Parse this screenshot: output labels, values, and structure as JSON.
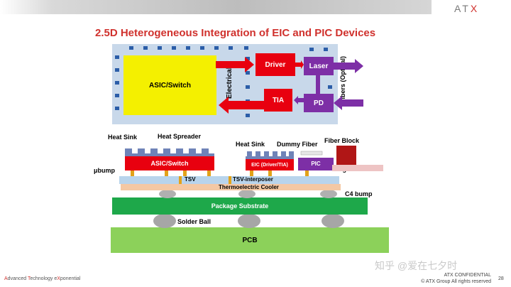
{
  "header": {
    "logo_main": "AT",
    "logo_x": "X",
    "title": "2.5D Heterogeneous Integration of EIC and PIC Devices"
  },
  "top_diagram": {
    "asic": "ASIC/Switch",
    "driver": "Driver",
    "laser": "Laser",
    "tia": "TIA",
    "pd": "PD",
    "electrical": "Electrical",
    "fibers": "Fibers (Optical)"
  },
  "bottom_diagram": {
    "heat_sink_left": "Heat Sink",
    "heat_spreader": "Heat Spreader",
    "heat_sink_right": "Heat Sink",
    "dummy_fiber": "Dummy Fiber",
    "fiber_block": "Fiber Block",
    "ubump": "μbump",
    "asic_switch": "ASIC/Switch",
    "eic": "EIC (Driver/TIA)",
    "pic": "PIC",
    "signal_fiber": "Signal Fiber",
    "tsv": "TSV",
    "tsv_interposer": "TSV-interposer",
    "thermoelectric_cooler": "Thermoelectric Cooler",
    "c4_bump": "C4 bump",
    "package_substrate": "Package Substrate",
    "solder_ball": "Solder Ball",
    "pcb": "PCB"
  },
  "footer": {
    "tagline_a": "A",
    "tagline_1": "dvanced ",
    "tagline_t": "T",
    "tagline_2": "echnology e",
    "tagline_x": "X",
    "tagline_3": "ponential",
    "confidential": "ATX CONFIDENTIAL",
    "copyright": "© ATX Group  All rights reserved",
    "page": "28",
    "watermark": "知乎 @爱在七夕时"
  },
  "colors": {
    "red": "#e8000f",
    "purple": "#7d2fa6",
    "yellow": "#f4f000",
    "panel": "#c8d8ea",
    "green_substrate": "#1ea84a",
    "green_pcb": "#8cd15a",
    "interposer": "#b8d4ec",
    "cooler": "#f4c8a4"
  }
}
